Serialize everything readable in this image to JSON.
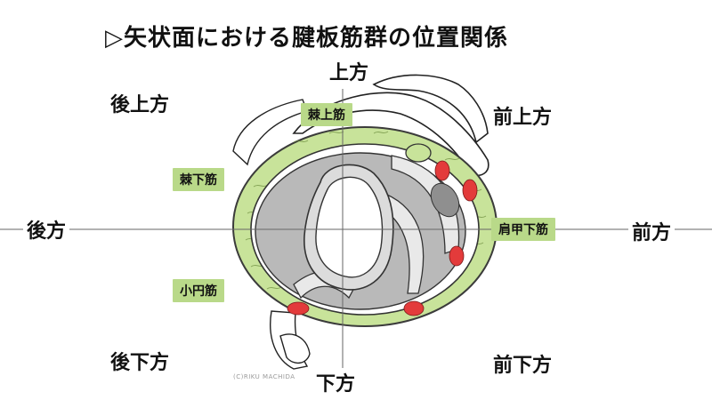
{
  "title": "▷矢状面における腱板筋群の位置関係",
  "directions": {
    "up": "上方",
    "down": "下方",
    "anterior": "前方",
    "posterior": "後方",
    "posterior_superior": "後上方",
    "anterior_superior": "前上方",
    "posterior_inferior": "後下方",
    "anterior_inferior": "前下方"
  },
  "muscles": {
    "supraspinatus": "棘上筋",
    "infraspinatus": "棘下筋",
    "teres_minor": "小円筋",
    "subscapularis": "肩甲下筋"
  },
  "copyright": "(C)RIKU MACHIDA",
  "colors": {
    "label_bg": "#b9d989",
    "muscle_fill": "#c8e39a",
    "insertion_red": "#e33b3b",
    "axis_line": "#666666"
  }
}
